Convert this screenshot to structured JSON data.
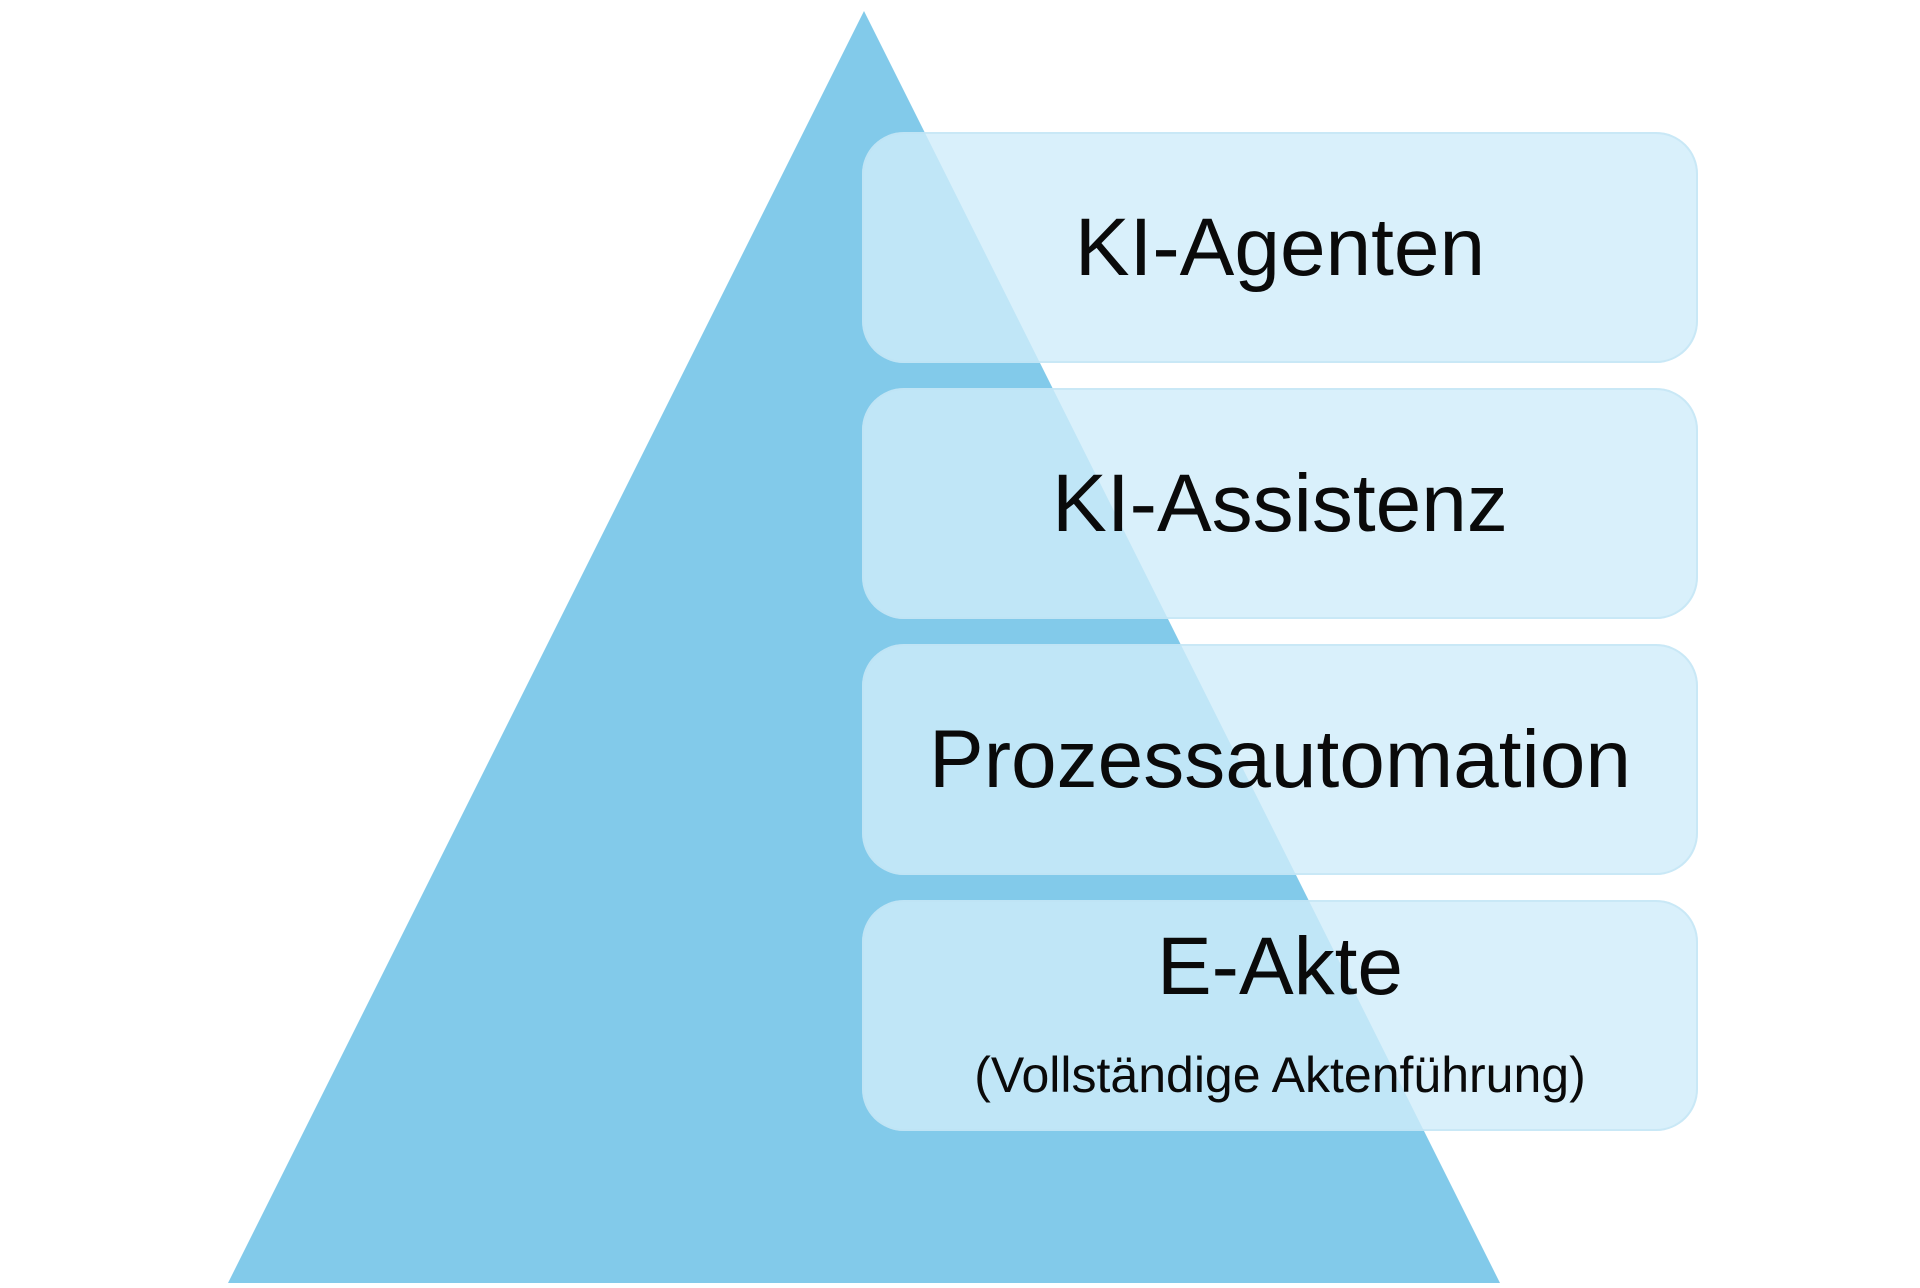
{
  "diagram": {
    "type": "pyramid",
    "colors": {
      "pyramid_fill": "#82CAEA",
      "box_fill": "#C7E7F6",
      "text": "#0A0A0A",
      "background": "#FFFFFF"
    },
    "layers": [
      {
        "level": 4,
        "title": "KI-Agenten",
        "subtitle": ""
      },
      {
        "level": 3,
        "title": "KI-Assistenz",
        "subtitle": ""
      },
      {
        "level": 2,
        "title": "Prozessautomation",
        "subtitle": ""
      },
      {
        "level": 1,
        "title": "E-Akte",
        "subtitle": "(Vollständige Aktenführung)"
      }
    ]
  }
}
